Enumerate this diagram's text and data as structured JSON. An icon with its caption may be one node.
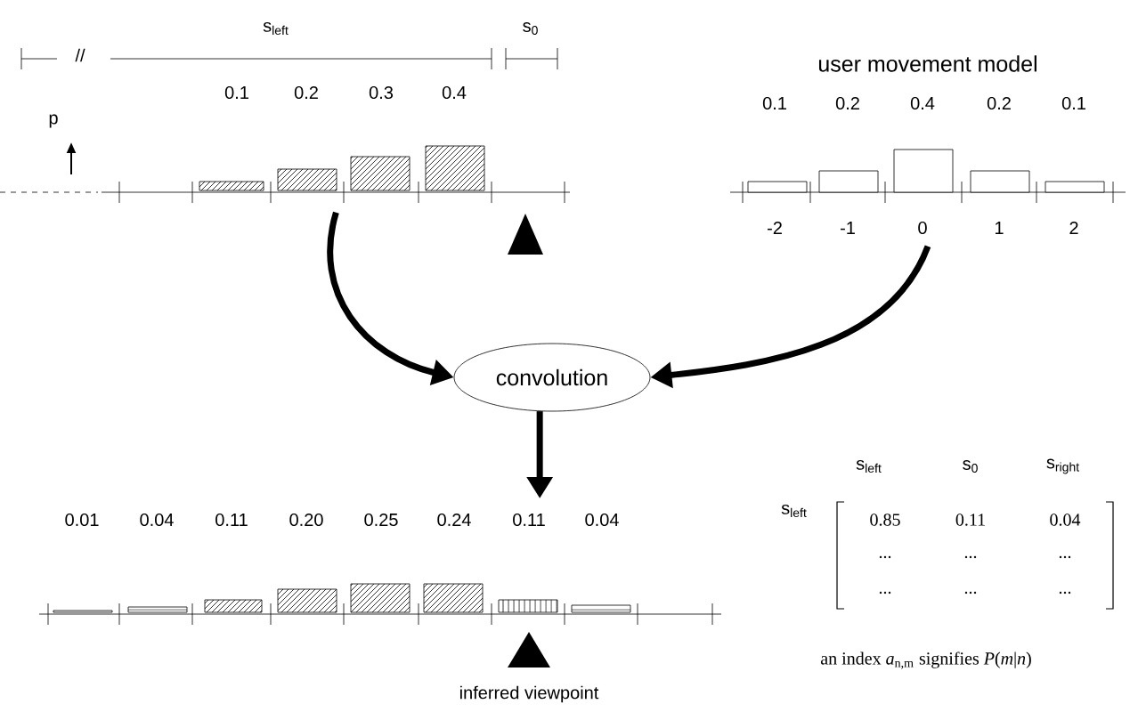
{
  "diagram": {
    "nodes": [
      {
        "text": [],
        "shape": "picture"
      },
      {
        "text": [
          "user movement model"
        ]
      },
      {
        "text": [
          "convolution"
        ]
      },
      {
        "text": [],
        "shape": "picture"
      }
    ],
    "edges": [
      {
        "from": 0,
        "to": 2,
        "arrow": "to"
      },
      {
        "from": 1,
        "to": 2,
        "arrow": "to"
      },
      {
        "from": 2,
        "to": 3,
        "arrow": "to"
      }
    ],
    "labels": [
      "s$_{left}$",
      "//",
      "s$_{0}$",
      "p",
      "0.1",
      "0.2",
      "0.3",
      "0.4",
      "0.1",
      "0.2",
      "0.4",
      "0.2",
      "0.1",
      "-2",
      "-1",
      "0",
      "1",
      "2",
      "0.01",
      "0.04",
      "0.11",
      "0.20",
      "0.25",
      "0.24",
      "0.11",
      "0.04",
      "inferred viewpoint",
      "s$_{left}$",
      "s$_{0}$",
      "s$_{right}$",
      "s$_{left}$",
      "0.85",
      "0.11",
      "0.04",
      "...",
      "...",
      "...",
      "...",
      "...",
      "...",
      "an index *a*$_{n,m}$ signifies *P*(*m*|*n*)"
    ]
  }
}
